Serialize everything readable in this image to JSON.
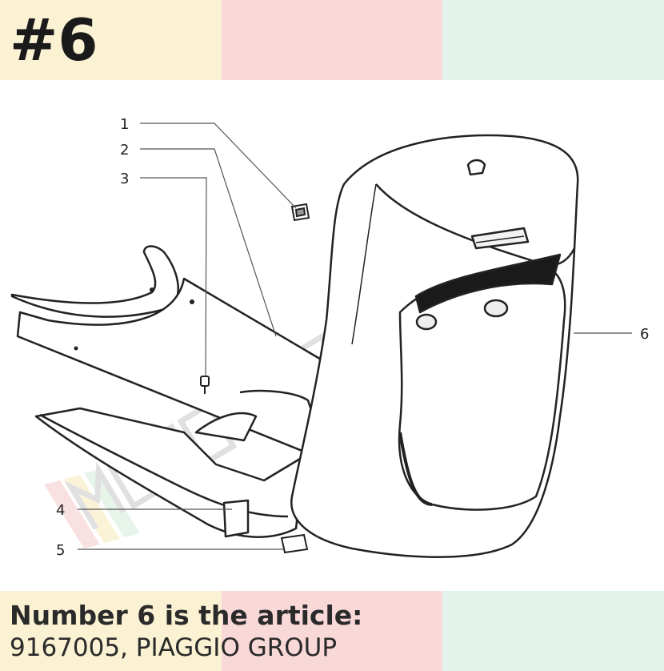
{
  "header": {
    "title": "#6",
    "colors": [
      "#fbf2d3",
      "#f9d8d8",
      "#e2f3ec"
    ]
  },
  "diagram": {
    "callouts": [
      "1",
      "2",
      "3",
      "4",
      "5",
      "6"
    ],
    "watermark": "MOTOMURCIA"
  },
  "footer": {
    "line1": "Number 6 is the article:",
    "line2": "9167005, PIAGGIO GROUP",
    "colors": [
      "#fbf2d3",
      "#f9d8d8",
      "#e2f3ec"
    ]
  }
}
